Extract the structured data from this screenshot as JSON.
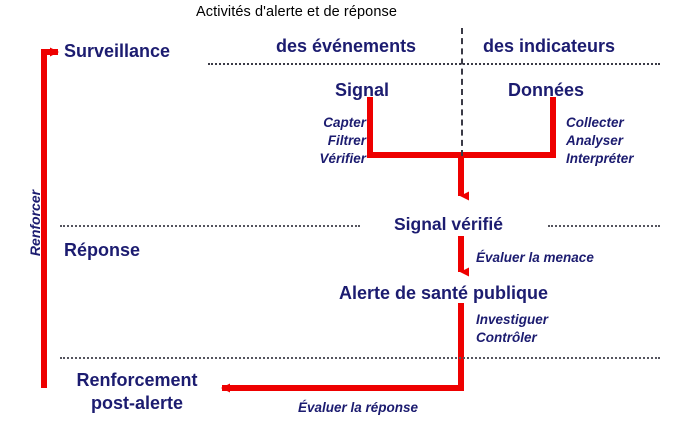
{
  "diagram": {
    "title": "Activités d'alerte et de réponse",
    "colors": {
      "text_navy": "#1c1c70",
      "title_black": "#000000",
      "flow_red": "#ee0000",
      "divider_gray": "#55555e",
      "background": "#ffffff"
    },
    "columns": [
      {
        "header": "des événements"
      },
      {
        "header": "des indicateurs"
      }
    ],
    "stages": [
      {
        "label": "Surveillance"
      },
      {
        "label": "Réponse"
      },
      {
        "label_line1": "Renforcement",
        "label_line2": "post-alerte"
      }
    ],
    "side_label": "Renforcer",
    "nodes": [
      {
        "label": "Signal"
      },
      {
        "label": "Données"
      },
      {
        "label": "Signal vérifié"
      },
      {
        "label": "Alerte de santé publique"
      }
    ],
    "actions": {
      "events_column": [
        "Capter",
        "Filtrer",
        "Vérifier"
      ],
      "indicators_column": [
        "Collecter",
        "Analyser",
        "Interpréter"
      ],
      "to_alert": "Évaluer la menace",
      "after_alert": [
        "Investiguer",
        "Contrôler"
      ],
      "feedback": "Évaluer la réponse"
    }
  }
}
